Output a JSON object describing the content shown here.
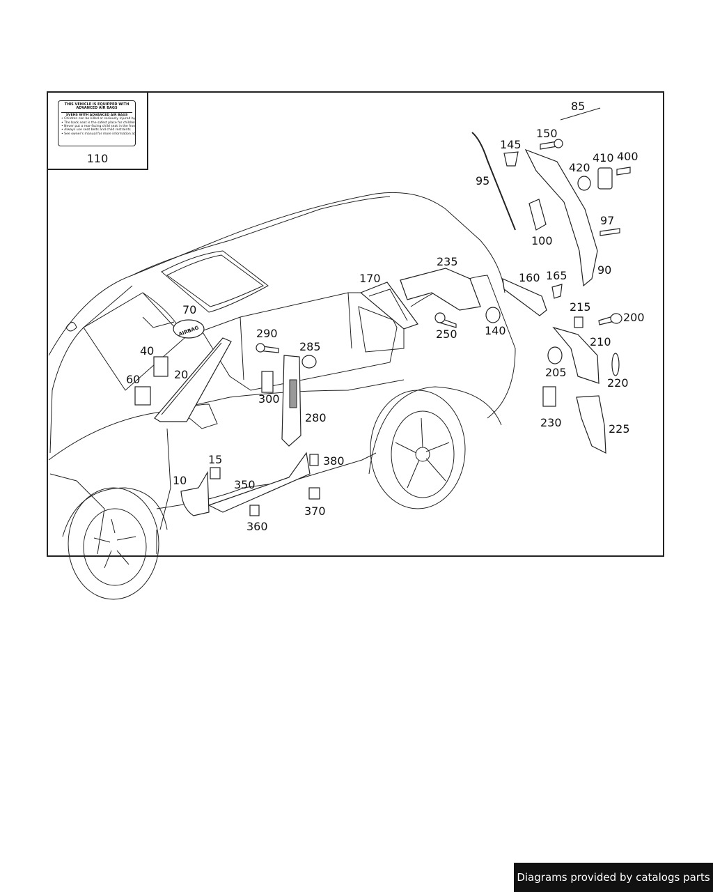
{
  "sticker": {
    "title": "THIS VEHICLE IS EQUIPPED WITH ADVANCED AIR BAGS",
    "subtitle": "SVEHS WITH ADVANCED AIR BAGS",
    "lines": [
      "Children can be killed or seriously injured by the air bag",
      "The back seat is the safest place for children",
      "Never put a rear-facing child seat in the front",
      "Always use seat belts and child restraints",
      "See owner's manual for more information about air bags"
    ],
    "part_number": "110"
  },
  "airbag_badge": "AIRBAG",
  "callouts": {
    "c10": "10",
    "c15": "15",
    "c20": "20",
    "c40": "40",
    "c60": "60",
    "c70": "70",
    "c85": "85",
    "c90": "90",
    "c95": "95",
    "c97": "97",
    "c100": "100",
    "c140": "140",
    "c145": "145",
    "c150": "150",
    "c160": "160",
    "c165": "165",
    "c170": "170",
    "c200": "200",
    "c205": "205",
    "c210": "210",
    "c215": "215",
    "c220": "220",
    "c225": "225",
    "c230": "230",
    "c235": "235",
    "c250": "250",
    "c280": "280",
    "c285": "285",
    "c290": "290",
    "c300": "300",
    "c350": "350",
    "c360": "360",
    "c370": "370",
    "c380": "380",
    "c400": "400",
    "c410": "410",
    "c420": "420"
  },
  "footer": "Diagrams provided by catalogs parts"
}
